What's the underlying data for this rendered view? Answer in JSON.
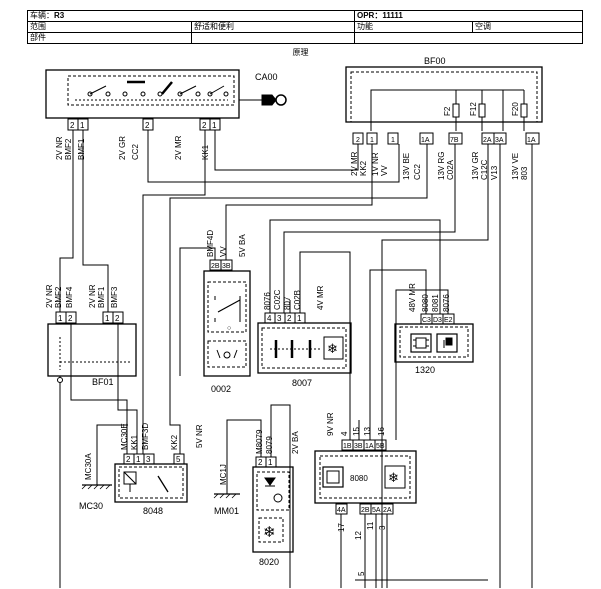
{
  "header": {
    "vehicle_label": "车辆：",
    "vehicle_value": "R3",
    "opr_label": "OPR：",
    "opr_value": "11111",
    "scope_label": "范围",
    "scope_value": "舒适和便利",
    "function_label": "功能",
    "function_value": "空调",
    "part_label": "部件",
    "title": "原理"
  },
  "components": {
    "ca00": "CA00",
    "bf00": "BF00",
    "bf01": "BF01",
    "c0002": "0002",
    "c8007": "8007",
    "c1320": "1320",
    "c8048": "8048",
    "c8020": "8020",
    "c8080": "8080",
    "mm01": "MM01",
    "mc30": "MC30"
  },
  "fuses": {
    "f2": "F2",
    "f12": "F12",
    "f20": "F20"
  },
  "pins": {
    "ca00": [
      "2",
      "1",
      "2",
      "2",
      "1"
    ],
    "bf00": [
      "2",
      "1",
      "1",
      "1A",
      "7B",
      "2A",
      "3A",
      "1A"
    ],
    "bf01": [
      "1",
      "2",
      "1",
      "2"
    ],
    "c0002": [
      "2B",
      "3B"
    ],
    "c8007": [
      "4",
      "3",
      "2",
      "1"
    ],
    "c1320": [
      "C3",
      "D3",
      "E2"
    ],
    "c8048": [
      "2",
      "1",
      "3",
      "5"
    ],
    "c8020": [
      "2",
      "1"
    ],
    "c8080_top": [
      "1B",
      "3B",
      "1A",
      "5B"
    ],
    "c8080_bottom": [
      "4A",
      "2B",
      "5A",
      "2A"
    ]
  },
  "wires": {
    "ca00_a": "2V NR",
    "ca00_b": "BMF2",
    "ca00_c": "BMF1",
    "ca00_d": "2V GR",
    "ca00_e": "CC2",
    "ca00_f": "2V MR",
    "ca00_g": "KK1",
    "bf00_a": "2V MR",
    "bf00_b": "KK2",
    "bf00_c": "1V NR",
    "bf00_d": "VV",
    "bf00_e": "13V BE",
    "bf00_f": "CC2",
    "bf00_g": "13V RG",
    "bf00_h": "C02A",
    "bf00_i": "13V GR",
    "bf00_j": "C12C",
    "bf00_k": "V13",
    "bf00_l": "13V VE",
    "bf00_m": "803",
    "bf01_a": "2V NR",
    "bf01_b": "BMF2",
    "bf01_c": "BMF4",
    "bf01_d": "2V NR",
    "bf01_e": "BMF1",
    "bf01_f": "BMF3",
    "c0002_a": "BMF4D",
    "c0002_b": "VV",
    "c0002_c": "5V BA",
    "c8007_a": "8076",
    "c8007_b": "C02C",
    "c8007_c": "807",
    "c8007_d": "C02B",
    "c8007_e": "4V MR",
    "c1320_a": "48V MR",
    "c1320_b": "8080",
    "c1320_c": "8081",
    "c1320_d": "8076",
    "c8048_a": "MC30E",
    "c8048_b": "KK1",
    "c8048_c": "BMF3D",
    "c8048_d": "KK2",
    "c8048_e": "5V NR",
    "mc30_a": "MC30A",
    "c8020_a": "M8079",
    "c8020_b": "8079",
    "c8020_c": "2V BA",
    "mm01_a": "MC1J",
    "c8080_a": "9V NR",
    "c8080_b": "4",
    "c8080_c": "15",
    "c8080_d": "13",
    "c8080_e": "16",
    "c8080_f": "17",
    "c8080_g": "12",
    "c8080_h": "11",
    "c8080_i": "3",
    "c8080_j": "5"
  }
}
